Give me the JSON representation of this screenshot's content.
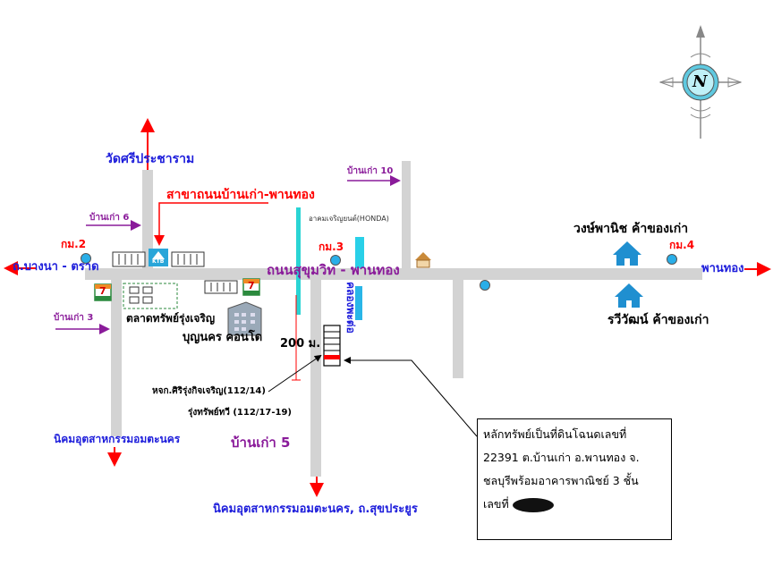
{
  "title_road_main": "ถนนสุขุมวิท - พานทอง",
  "branch_label": "สาขาถนนบ้านเก่า-พานทอง",
  "places": {
    "wat": "วัดศรีประชาราม",
    "ban_kao_6": "บ้านเก่า 6",
    "ban_kao_3": "บ้านเก่า 3",
    "ban_kao_10": "บ้านเก่า 10",
    "ban_kao_5": "บ้านเก่า 5",
    "km2": "กม.2",
    "km3": "กม.3",
    "km4": "กม.4",
    "west_dest": "ถ.บางนา - ตราด",
    "east_dest": "พานทอง",
    "market": "ตลาดทรัพย์รุ่งเจริญ",
    "condo": "บุญนคร คอนโด",
    "honda": "อาคมเจริญยนต์(HONDA)",
    "canal": "คลองพะต่อ",
    "distance": "200 ม.",
    "shop1": "หจก.ศิริรุ่งกิจเจริญ(112/14)",
    "shop2": "รุ่งทรัพย์ทวี (112/17-19)",
    "estate_left": "นิคมอุตสาหกรรมอมตะนคร",
    "estate_bottom": "นิคมอุตสาหกรรมอมตะนคร, ถ.สุขประยูร",
    "antique1": "วงษ์พานิช ค้าของเก่า",
    "antique2": "รวีวัฒน์ ค้าของเก่า",
    "bank_logo": "KTB",
    "seven_logo": "7"
  },
  "compass": {
    "letter": "N"
  },
  "info": {
    "line1": "หลักทรัพย์เป็นที่ดินโฉนดเลขที่",
    "line2": "22391 ต.บ้านเก่า อ.พานทอง จ.",
    "line3": "ชลบุรีพร้อมอาคารพาณิชย์ 3 ชั้น",
    "line4": "เลขที่"
  },
  "colors": {
    "road": "#d3d3d3",
    "arrow_red": "#ff0000",
    "arrow_purple": "#8a1b9a",
    "label_blue": "#1d1ddb",
    "marker_teal": "#29aee8",
    "house_blue": "#1f8fd0"
  }
}
